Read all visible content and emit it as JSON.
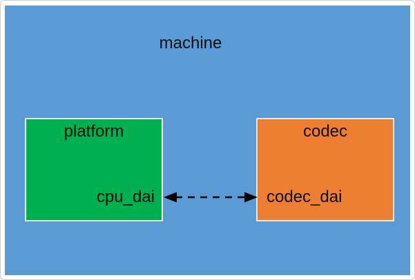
{
  "machine": {
    "label": "machine"
  },
  "platform": {
    "label": "platform",
    "dai": "cpu_dai"
  },
  "codec": {
    "label": "codec",
    "dai": "codec_dai"
  },
  "connection": {
    "from": "cpu_dai",
    "to": "codec_dai",
    "style": "dashed",
    "arrowheads": "both"
  },
  "colors": {
    "machine": "#5B9BD5",
    "platform": "#00B050",
    "codec": "#ED7D31",
    "arrow": "#000000",
    "text": "#0d0d0d"
  }
}
